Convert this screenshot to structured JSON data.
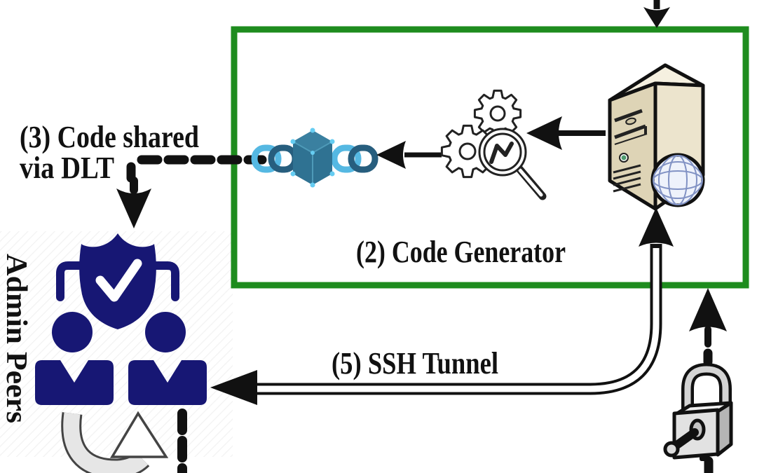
{
  "diagram": {
    "box": {
      "label": "(2) Code Generator"
    },
    "annotations": {
      "code_shared_line1": "(3) Code shared",
      "code_shared_line2": "via DLT",
      "ssh_tunnel": "(5) SSH Tunnel",
      "admin_peers": "Admin Peers"
    },
    "icons": [
      "blockchain-link-icon",
      "gears-magnifier-icon",
      "server-globe-icon",
      "admin-peers-shield-icon",
      "refresh-arrow-icon",
      "padlock-key-icon"
    ],
    "colors": {
      "border_green": "#1e8c1e",
      "navy": "#171774",
      "black": "#111111",
      "chain_light": "#55b8e2",
      "chain_dark": "#275e7e",
      "cube_fill": "#2f7292",
      "cube_top": "#3a80a0",
      "cube_accent": "#66cdf2",
      "server_front": "#ded4b6",
      "server_side": "#ece4cd",
      "server_top": "#f5f0e0",
      "globe_fill": "#eef2fb",
      "globe_lines": "#8192c4",
      "led_green": "#4f9b6e",
      "lock_front": "#e2e2e2",
      "lock_side": "#b5b5b5",
      "lock_top": "#f0f0f0",
      "refresh_fill": "#e6e6e6"
    }
  }
}
